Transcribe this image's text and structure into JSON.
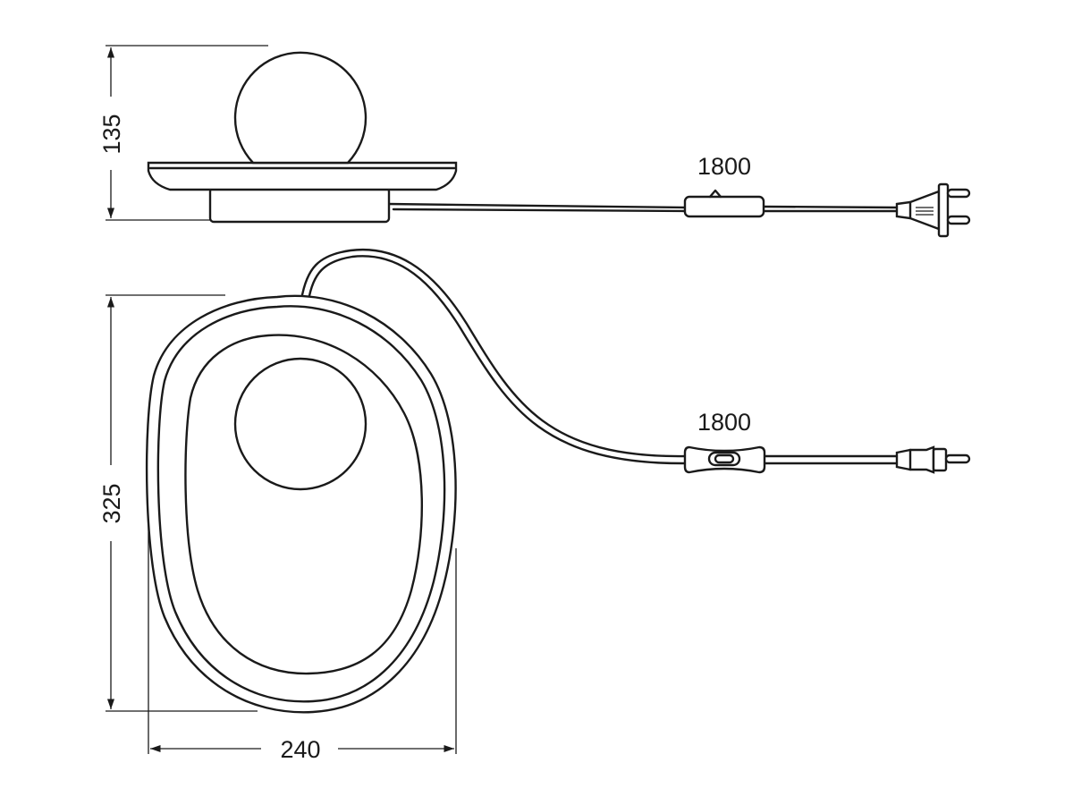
{
  "dimensions": {
    "height_side": "135",
    "cord_length_side": "1800",
    "cord_length_top": "1800",
    "depth_top": "325",
    "width_top": "240"
  }
}
